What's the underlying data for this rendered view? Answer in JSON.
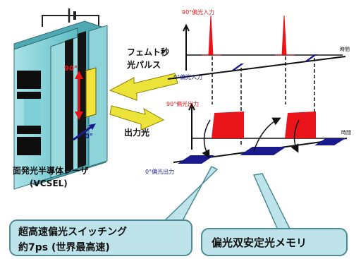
{
  "device": {
    "label_fs": "フェムト秒",
    "label_pulse": "光パルス",
    "label_out": "出力光",
    "angle_90": "90°",
    "angle_0": "0°",
    "name_line1": "面発光半導体レーザ",
    "name_line2": "(VCSEL)"
  },
  "graph": {
    "in90": "90°偏光入力",
    "in0": "0°偏光入力",
    "out90": "90°偏光出力",
    "out0": "0°偏光出力",
    "time_top": "時間",
    "time_bottom": "時間"
  },
  "callouts": {
    "switch_line1": "超高速偏光スイッチング",
    "switch_line2": "約7ps (世界最高速)",
    "memory": "偏光双安定光メモリ"
  },
  "colors": {
    "device_cyan": "#7fd0d6",
    "pulse_red": "#e8141a",
    "pulse_blue": "#1a1a8c",
    "arrow_yellow": "#ece33a",
    "callout_fill": "#bfe3ea"
  }
}
